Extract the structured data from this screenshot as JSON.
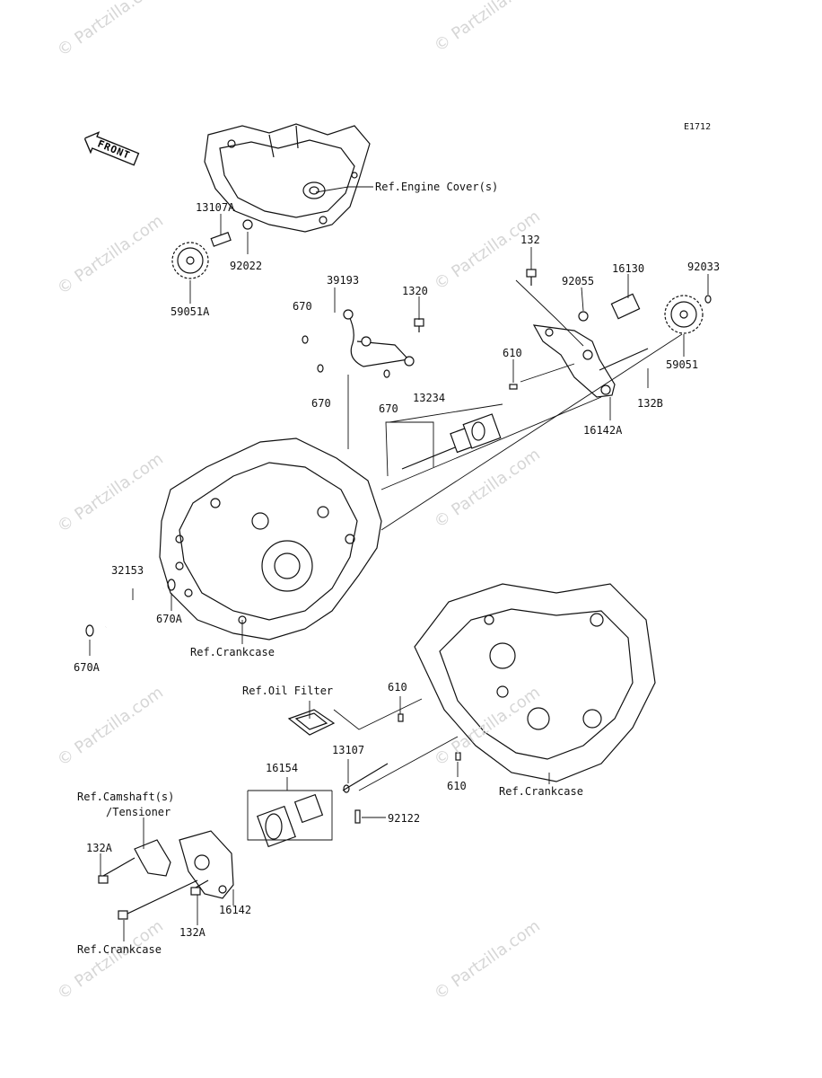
{
  "diagram_code": "E1712",
  "front_label": "FRONT",
  "watermark": "© Partzilla.com",
  "labels": {
    "ref_engine_cover": "Ref.Engine Cover(s)",
    "p13107A": "13107A",
    "p92022": "92022",
    "p59051A": "59051A",
    "p39193": "39193",
    "p670_a": "670",
    "p670_b": "670",
    "p670_c": "670",
    "p1320": "1320",
    "p132": "132",
    "p92055": "92055",
    "p16130": "16130",
    "p92033": "92033",
    "p610_a": "610",
    "p59051": "59051",
    "p132B": "132B",
    "p13234": "13234",
    "p16142A": "16142A",
    "p32153": "32153",
    "p670A_a": "670A",
    "p670A_b": "670A",
    "ref_crankcase_a": "Ref.Crankcase",
    "ref_oil_filter": "Ref.Oil Filter",
    "p610_b": "610",
    "p13107": "13107",
    "p16154": "16154",
    "p610_c": "610",
    "ref_crankcase_b": "Ref.Crankcase",
    "ref_camshaft": "Ref.Camshaft(s)",
    "tensioner": "/Tensioner",
    "p92122": "92122",
    "p132A_a": "132A",
    "p16142": "16142",
    "p132A_b": "132A",
    "ref_crankcase_c": "Ref.Crankcase"
  }
}
